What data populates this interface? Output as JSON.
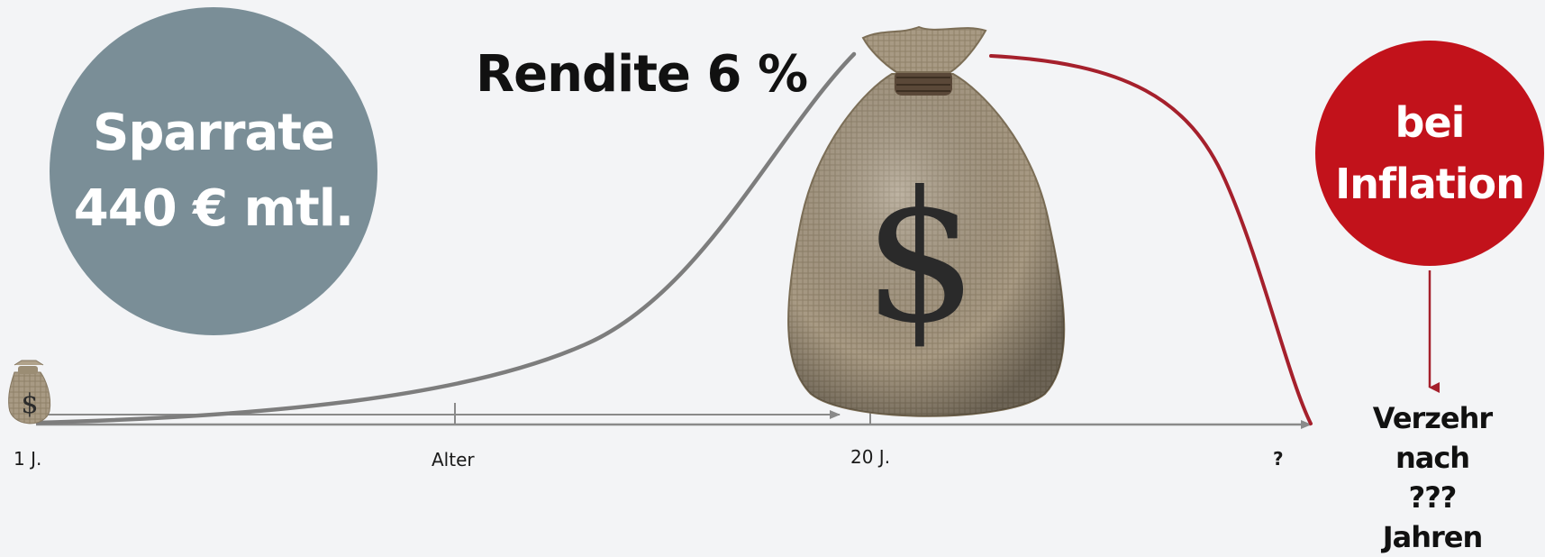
{
  "savings_rate": {
    "line1": "Sparrate",
    "line2": "440 € mtl."
  },
  "return_label": "Rendite 6 %",
  "inflation": {
    "line1": "bei",
    "line2": "Inflation",
    "color": "#c2121b"
  },
  "timeline": {
    "start_label": "1 J.",
    "axis_label": "Alter",
    "peak_label": "20 J.",
    "end_label": "?"
  },
  "consumption": [
    "Verzehr",
    "nach",
    "???",
    "Jahren"
  ],
  "colors": {
    "circle": "#7a8e97",
    "growth_curve": "#7d7d7d",
    "decline_curve": "#a5202c",
    "axis": "#8a8a8a"
  },
  "icons": {
    "small_bag": "money-bag-icon",
    "large_bag": "dollar-money-bag"
  }
}
